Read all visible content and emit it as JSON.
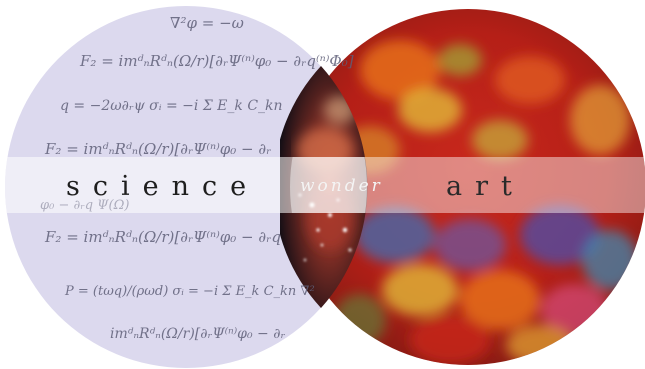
{
  "labels": {
    "science": "science",
    "wonder": "wonder",
    "art": "art"
  },
  "equations": [
    "∇²φ = −ω",
    "F₂ = imᵈₙRᵈₙ(Ω/r)[∂ᵣΨ⁽ⁿ⁾φ₀ − ∂ᵣq⁽ⁿ⁾Φ₀]",
    "q = −2ω∂ᵣψ     σᵢ = −i Σ E_k C_kn",
    "F₂ = imᵈₙRᵈₙ(Ω/r)[∂ᵣΨ⁽ⁿ⁾φ₀ − ∂ᵣ",
    "φ₀ − ∂ᵣq  Ψ(Ω)",
    "F₂ = imᵈₙRᵈₙ(Ω/r)[∂ᵣΨ⁽ⁿ⁾φ₀ − ∂ᵣq",
    "P = (tωq)/(ρωd)   σᵢ = −i Σ E_k C_kn   ∇²",
    "imᵈₙRᵈₙ(Ω/r)[∂ᵣΨ⁽ⁿ⁾φ₀ − ∂ᵣ"
  ],
  "colors": {
    "science_circle": "#dcd9ee",
    "band": "#ffffff",
    "art_red": "#c8281c",
    "art_orange": "#e9731d",
    "art_yellow": "#e3c23a",
    "art_blue": "#4a4fae",
    "nebula": "#8c3327",
    "space": "#101018"
  }
}
